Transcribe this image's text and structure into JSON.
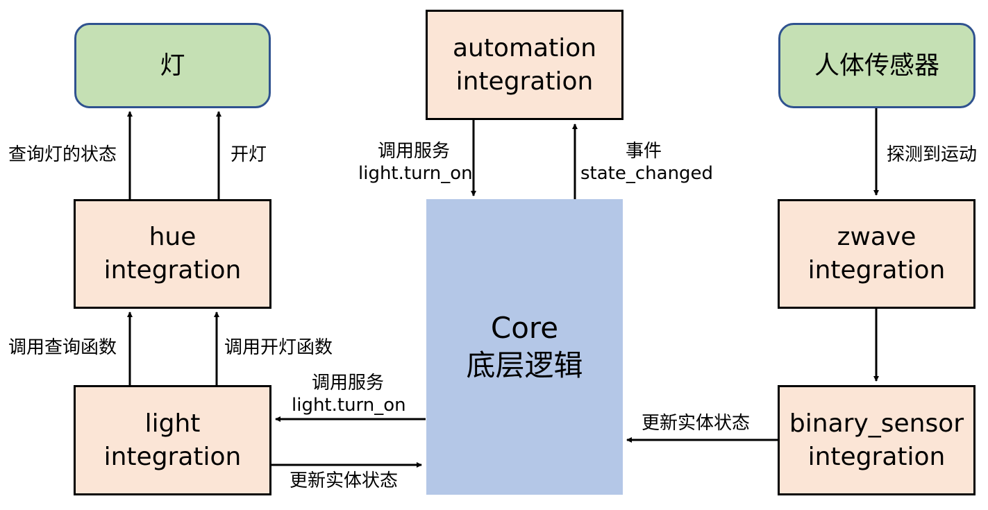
{
  "boxes": {
    "lamp": "灯",
    "automation": [
      "automation",
      "integration"
    ],
    "sensor": "人体传感器",
    "hue": [
      "hue",
      "integration"
    ],
    "core": [
      "Core",
      "底层逻辑"
    ],
    "zwave": [
      "zwave",
      "integration"
    ],
    "light": [
      "light",
      "integration"
    ],
    "binary_sensor": [
      "binary_sensor",
      "integration"
    ]
  },
  "labels": {
    "query_lamp_state": "查询灯的状态",
    "turn_on_lamp": "开灯",
    "call_service_top": [
      "调用服务",
      "light.turn_on"
    ],
    "event": [
      "事件",
      "state_changed"
    ],
    "motion_detected": "探测到运动",
    "call_query_fn": "调用查询函数",
    "call_turn_on_fn": "调用开灯函数",
    "call_service_light": [
      "调用服务",
      "light.turn_on"
    ],
    "update_state_light": "更新实体状态",
    "update_state_sensor": "更新实体状态"
  },
  "colors": {
    "device_fill": "#c5e0b4",
    "device_border": "#2f528f",
    "integration_fill": "#fbe5d6",
    "core_fill": "#b4c7e7",
    "arrow": "#000000"
  }
}
